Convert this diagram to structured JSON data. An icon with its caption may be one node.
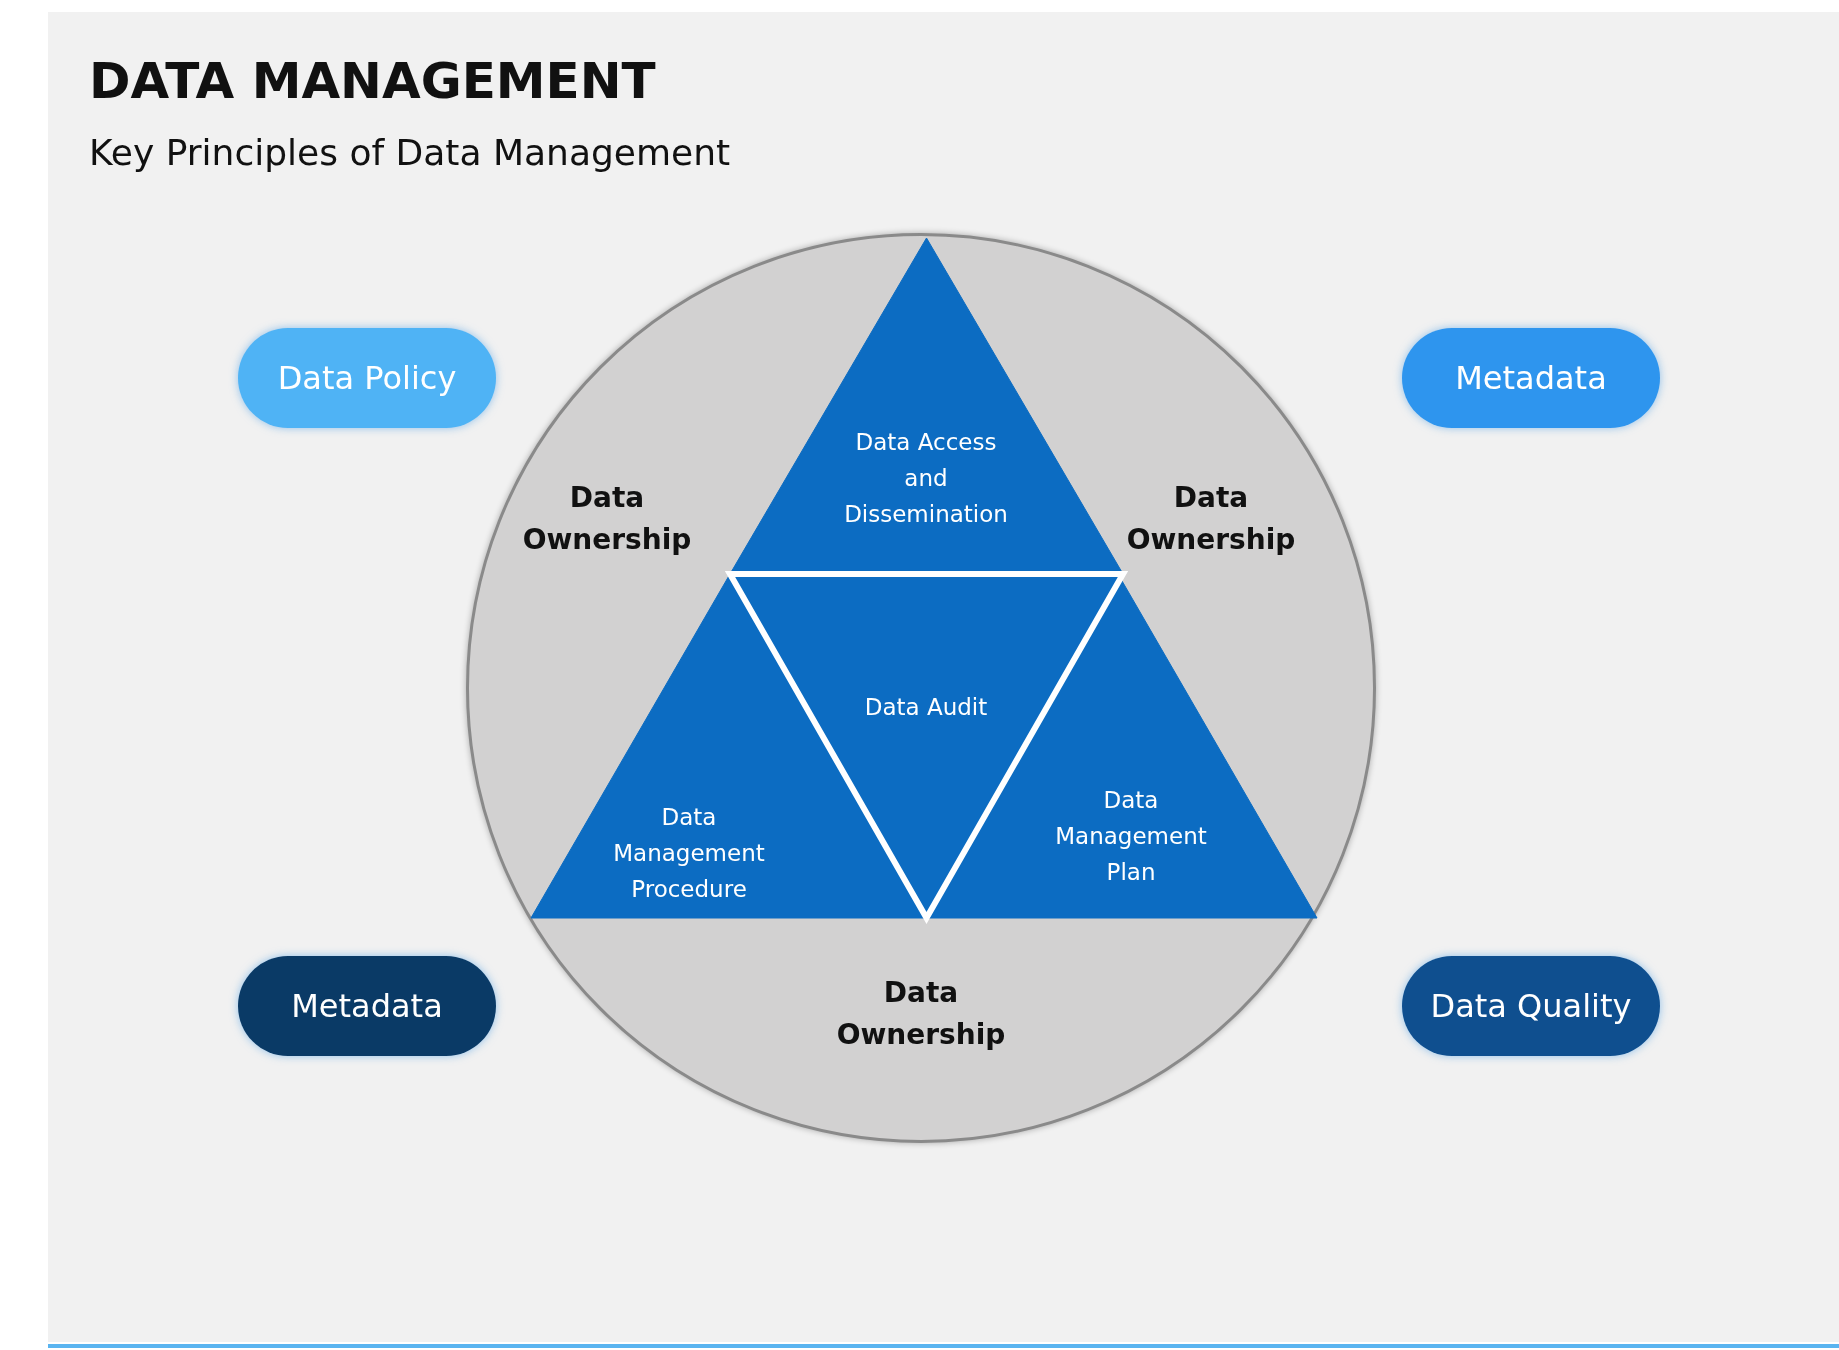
{
  "diagram": {
    "title": "DATA MANAGEMENT",
    "nodes": [
      {
        "text": [
          "Data Policy"
        ]
      },
      {
        "text": [
          "Metadata"
        ]
      },
      {
        "text": [],
        "shape": "circle"
      },
      {
        "text": [
          "Data Access and Dissemination"
        ],
        "in": 2
      },
      {
        "text": [
          "Data Ownership"
        ],
        "in": 2
      },
      {
        "text": [
          "Data Ownership"
        ],
        "in": 2
      },
      {
        "text": [
          "Data Audit"
        ],
        "in": 2
      },
      {
        "text": [
          "Data Management Procedure"
        ],
        "in": 2
      },
      {
        "text": [
          "Data Management Plan"
        ],
        "in": 2
      },
      {
        "text": [
          "Data Ownership"
        ],
        "in": 2
      },
      {
        "text": [
          "Metadata"
        ]
      },
      {
        "text": [
          "Data Quality"
        ]
      }
    ],
    "labels": [
      "Key Principles of Data Management"
    ]
  }
}
